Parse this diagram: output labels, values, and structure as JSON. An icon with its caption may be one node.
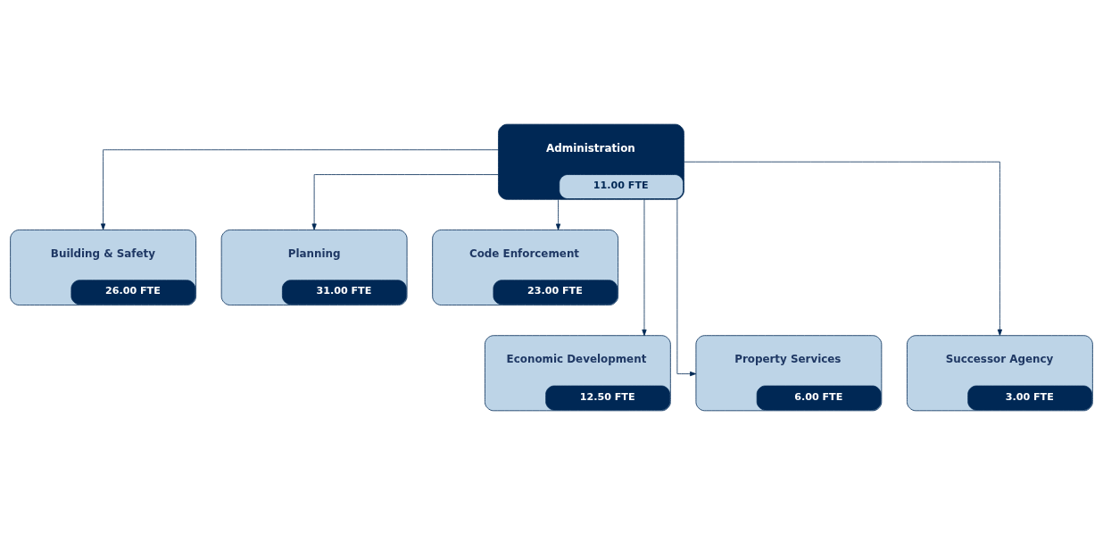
{
  "diagram": {
    "nodes": [
      {
        "text": [
          "Administration",
          "11.00 FTE"
        ]
      },
      {
        "text": [
          "Building & Safety",
          "26.00 FTE"
        ]
      },
      {
        "text": [
          "Planning",
          "31.00 FTE"
        ]
      },
      {
        "text": [
          "Code Enforcement",
          "23.00 FTE"
        ]
      },
      {
        "text": [
          "Economic Development",
          "12.50 FTE"
        ]
      },
      {
        "text": [
          "Property Services",
          "6.00 FTE"
        ]
      },
      {
        "text": [
          "Successor Agency",
          "3.00 FTE"
        ]
      }
    ],
    "edges": [
      {
        "from": 0,
        "to": 1,
        "arrow": "to"
      },
      {
        "from": 0,
        "to": 2,
        "arrow": "to"
      },
      {
        "from": 0,
        "to": 3,
        "arrow": "to"
      },
      {
        "from": 0,
        "to": 4,
        "arrow": "to"
      },
      {
        "from": 0,
        "to": 5,
        "arrow": "to"
      },
      {
        "from": 0,
        "to": 6,
        "arrow": "to"
      }
    ]
  }
}
